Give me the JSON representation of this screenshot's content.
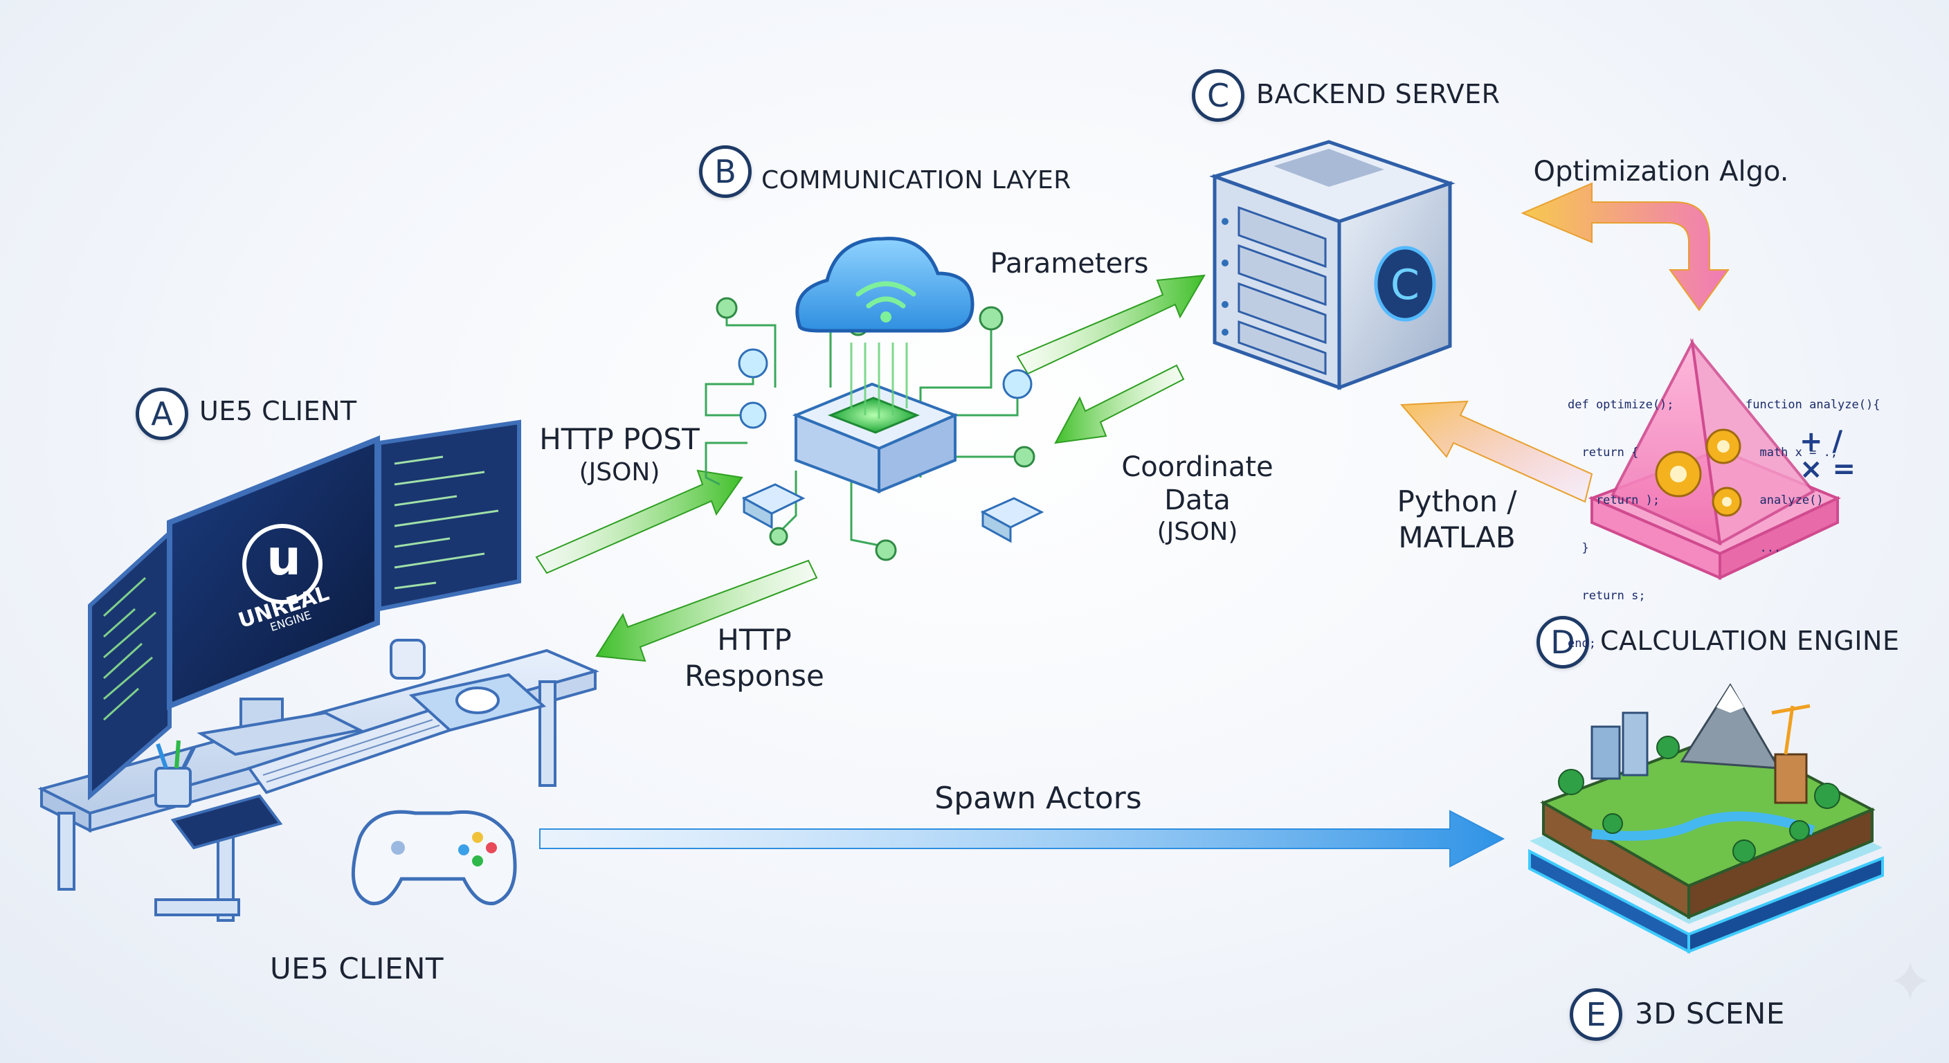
{
  "sections": {
    "a": {
      "letter": "A",
      "title": "UE5 CLIENT",
      "caption": "UE5 CLIENT"
    },
    "b": {
      "letter": "B",
      "title": "COMMUNICATION LAYER"
    },
    "c": {
      "letter": "C",
      "title": "BACKEND SERVER"
    },
    "d": {
      "letter": "D",
      "title": "CALCULATION ENGINE"
    },
    "e": {
      "letter": "E",
      "title": "3D SCENE"
    }
  },
  "flows": {
    "http_post": {
      "label": "HTTP POST",
      "sub": "(JSON)"
    },
    "http_response": {
      "line1": "HTTP",
      "line2": "Response"
    },
    "parameters": {
      "label": "Parameters"
    },
    "coordinate": {
      "line1": "Coordinate",
      "line2": "Data",
      "sub": "(JSON)"
    },
    "optimization": {
      "label": "Optimization Algo."
    },
    "python": {
      "line1": "Python /",
      "line2": "MATLAB"
    },
    "spawn": {
      "label": "Spawn Actors"
    }
  },
  "monitor": {
    "logo_letter": "u",
    "logo_line1": "UNREAL",
    "logo_line2": "ENGINE"
  },
  "code_left": [
    "def optimize();",
    "  return {",
    "    return );",
    "  }",
    "  return s;",
    "end;"
  ],
  "code_right": [
    "function analyze(){",
    "  math x = .;",
    "  analyze()",
    "  ..."
  ],
  "server_logo": "C",
  "colors": {
    "green": "#55c93a",
    "blue": "#3a9ee8",
    "pink": "#f27bb0",
    "orange": "#f6c25a",
    "navy": "#1e3a66"
  }
}
